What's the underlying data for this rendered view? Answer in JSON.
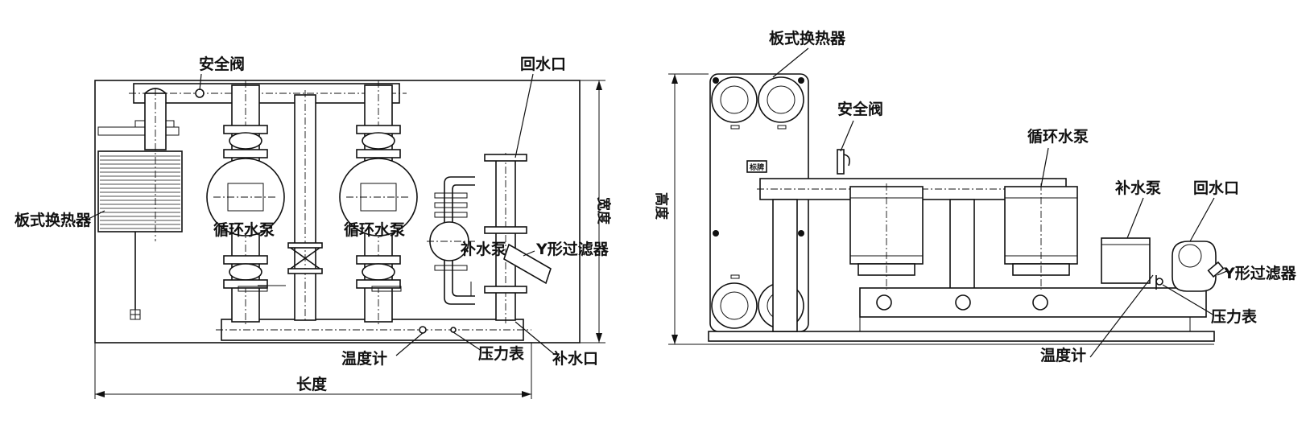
{
  "front_view": {
    "labels": {
      "safety_valve": "安全阀",
      "return_port": "回水口",
      "plate_heat_exchanger": "板式换热器",
      "width": "宽度",
      "circ_pump_1": "循环水泵",
      "circ_pump_2": "循环水泵",
      "makeup_pump": "补水泵",
      "y_filter": "Y形过滤器",
      "thermometer": "温度计",
      "pressure_gauge": "压力表",
      "makeup_port": "补水口",
      "length": "长度"
    }
  },
  "side_view": {
    "labels": {
      "plate_heat_exchanger": "板式换热器",
      "safety_valve": "安全阀",
      "circ_pump": "循环水泵",
      "makeup_pump": "补水泵",
      "return_port": "回水口",
      "height": "高度",
      "nameplate": "标牌",
      "y_filter": "Y形过滤器",
      "pressure_gauge": "压力表",
      "thermometer": "温度计"
    }
  }
}
